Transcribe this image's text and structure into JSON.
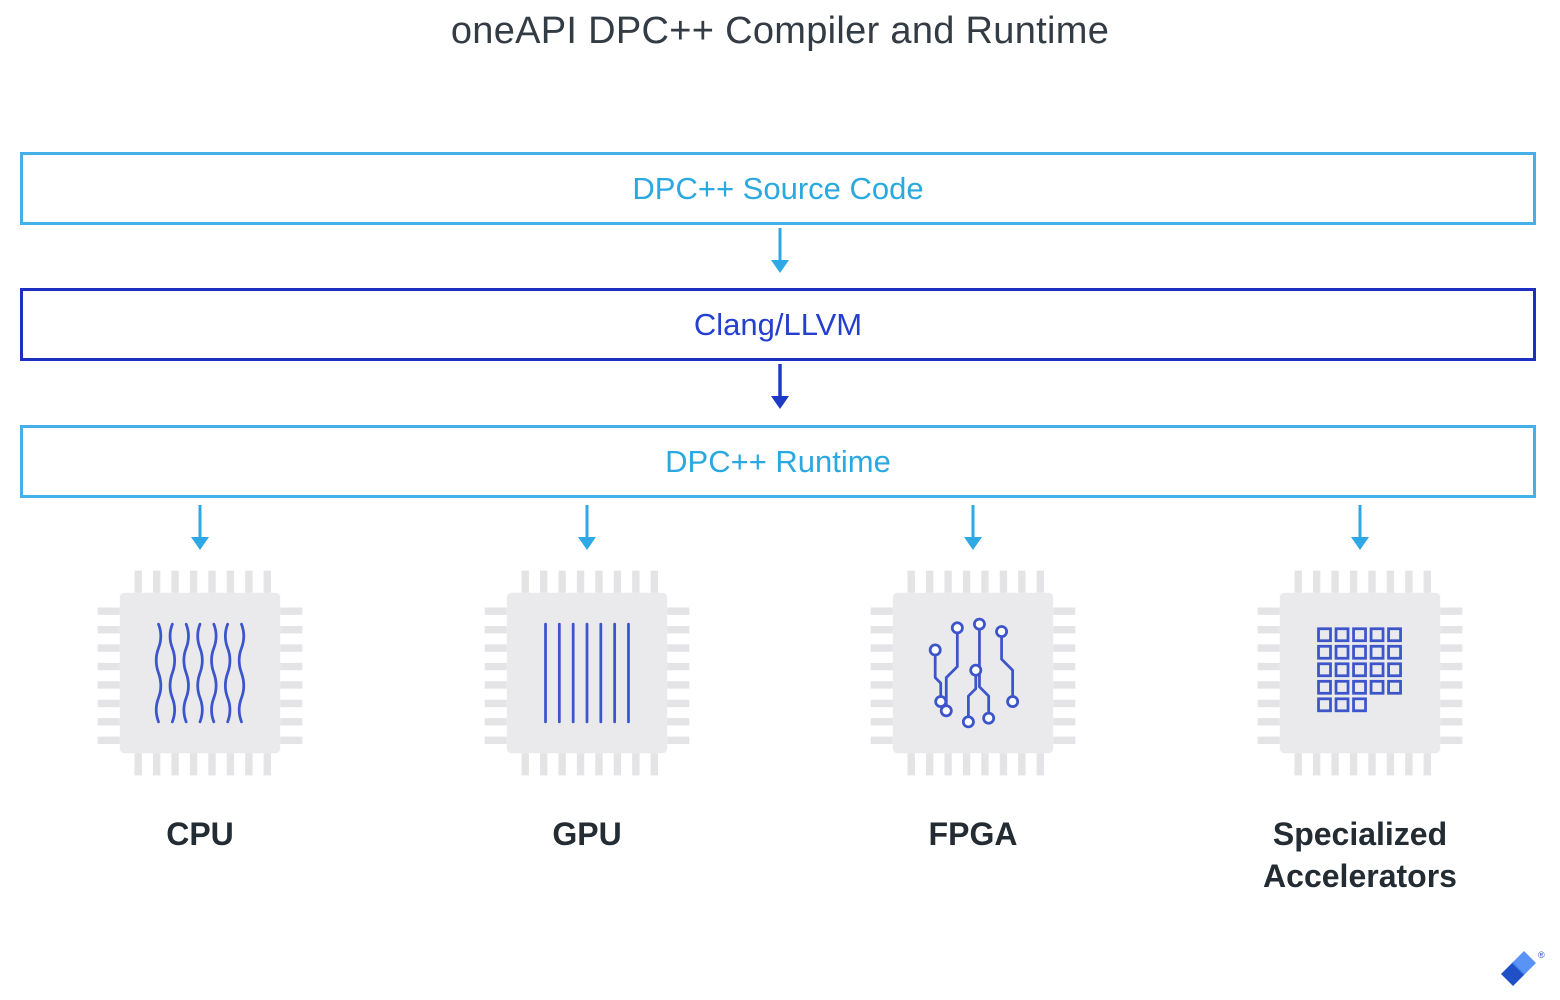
{
  "title": "oneAPI DPC++ Compiler and Runtime",
  "flow": {
    "source_box": {
      "label": "DPC++ Source Code"
    },
    "compiler_box": {
      "label": "Clang/LLVM"
    },
    "runtime_box": {
      "label": "DPC++ Runtime"
    }
  },
  "targets": [
    {
      "label": "CPU",
      "icon": "cpu-chip-icon"
    },
    {
      "label": "GPU",
      "icon": "gpu-chip-icon"
    },
    {
      "label": "FPGA",
      "icon": "fpga-chip-icon"
    },
    {
      "label": "Specialized Accelerators",
      "icon": "accelerator-chip-icon"
    }
  ],
  "logo": {
    "mark": "®"
  },
  "colors": {
    "light_blue_border": "#43B0E8",
    "light_blue_text": "#2AA9E0",
    "dark_blue_border": "#1D2FBE",
    "dark_blue_text": "#2540CE",
    "arrow_light": "#2EA9E5",
    "arrow_dark": "#1F3AC4",
    "chip_gray": "#EAEAEC",
    "pattern_blue": "#3D55CB",
    "title_text": "#333B44",
    "label_text": "#232B33"
  }
}
